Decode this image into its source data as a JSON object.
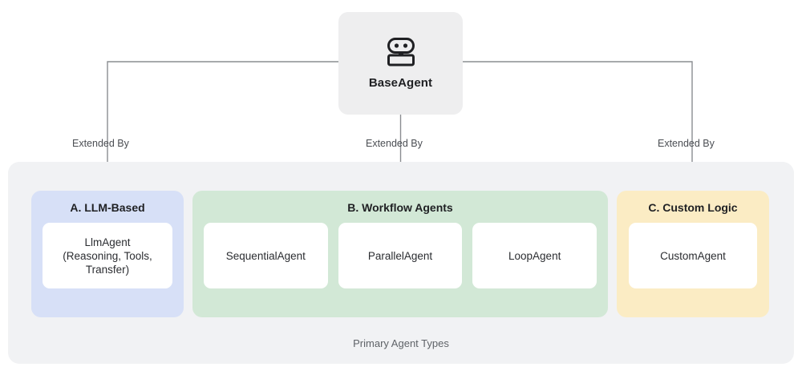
{
  "diagram": {
    "root": {
      "label": "BaseAgent",
      "icon": "robot-icon",
      "fill": "#eeeeef"
    },
    "edges": [
      {
        "label": "Extended By",
        "target": "A. LLM-Based"
      },
      {
        "label": "Extended By",
        "target": "B. Workflow Agents"
      },
      {
        "label": "Extended By",
        "target": "C. Custom Logic"
      }
    ],
    "panel": {
      "caption": "Primary Agent Types",
      "fill": "#f1f2f4"
    },
    "groups": [
      {
        "id": "llm",
        "title": "A. LLM-Based",
        "fill": "#d7e0f7",
        "cards": [
          {
            "label": "LlmAgent\n(Reasoning, Tools,\nTransfer)"
          }
        ]
      },
      {
        "id": "workflow",
        "title": "B. Workflow Agents",
        "fill": "#d2e8d6",
        "cards": [
          {
            "label": "SequentialAgent"
          },
          {
            "label": "ParallelAgent"
          },
          {
            "label": "LoopAgent"
          }
        ]
      },
      {
        "id": "custom",
        "title": "C. Custom Logic",
        "fill": "#fbecc4",
        "cards": [
          {
            "label": "CustomAgent"
          }
        ]
      }
    ],
    "connector_color": "#8a8d91"
  }
}
